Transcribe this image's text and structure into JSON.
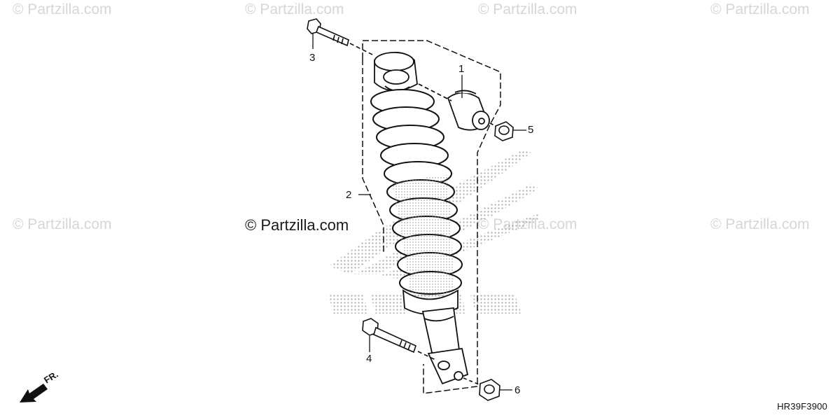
{
  "watermark": "© Partzilla.com",
  "diagram_code": "HR39F3900",
  "front_label": "FR.",
  "callouts": [
    {
      "id": "1",
      "part": "damper-bushing"
    },
    {
      "id": "2",
      "part": "rear-shock-absorber"
    },
    {
      "id": "3",
      "part": "upper-flange-bolt"
    },
    {
      "id": "4",
      "part": "lower-flange-bolt"
    },
    {
      "id": "5",
      "part": "upper-flange-nut"
    },
    {
      "id": "6",
      "part": "lower-flange-nut"
    }
  ],
  "colors": {
    "line": "#111111",
    "watermark": "#d6d6d6",
    "stipple": "#9a9a9a"
  }
}
